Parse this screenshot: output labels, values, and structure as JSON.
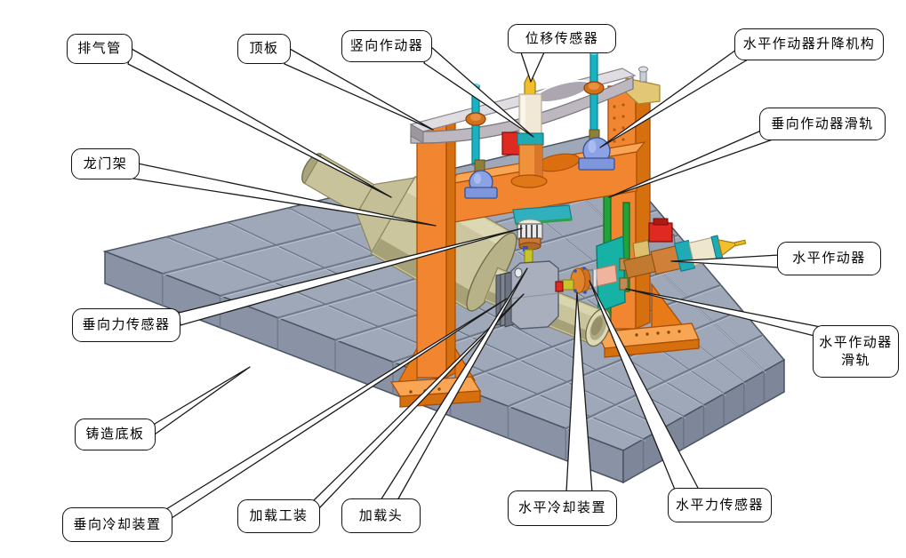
{
  "figure": {
    "description": "Annotated 3D CAD diagram of an exhaust-pipe loading test rig on a cast base plate",
    "callouts": [
      {
        "id": "exhaust-pipe",
        "label": "排气管"
      },
      {
        "id": "top-plate",
        "label": "顶板"
      },
      {
        "id": "vertical-actuator",
        "label": "竖向作动器"
      },
      {
        "id": "displacement-sensor",
        "label": "位移传感器"
      },
      {
        "id": "horizontal-actuator-lift-mechanism",
        "label": "水平作动器升降机构"
      },
      {
        "id": "vertical-actuator-slide-rail",
        "label": "垂向作动器滑轨"
      },
      {
        "id": "gantry-frame",
        "label": "龙门架"
      },
      {
        "id": "horizontal-actuator",
        "label": "水平作动器"
      },
      {
        "id": "vertical-force-sensor",
        "label": "垂向力传感器"
      },
      {
        "id": "horizontal-actuator-slide-rail",
        "label": "水平作动器滑轨"
      },
      {
        "id": "cast-base-plate",
        "label": "铸造底板"
      },
      {
        "id": "vertical-cooling-device",
        "label": "垂向冷却装置"
      },
      {
        "id": "loading-fixture",
        "label": "加载工装"
      },
      {
        "id": "loading-head",
        "label": "加载头"
      },
      {
        "id": "horizontal-cooling-device",
        "label": "水平冷却装置"
      },
      {
        "id": "horizontal-force-sensor",
        "label": "水平力传感器"
      }
    ],
    "colors": {
      "background": "#FFFFFF",
      "callout_border": "#111111",
      "gantry_orange": "#F28530",
      "gantry_orange_dark": "#D6700F",
      "base_plate_top": "#9FA8B8",
      "base_plate_side": "#8A93A6",
      "exhaust_tan": "#CBC69D",
      "teal": "#1FAAB4",
      "rail_green": "#22A33A",
      "slide_plate_teal": "#17B2A6",
      "bearing_blue": "#8CA2E6",
      "red_block": "#DE2A20",
      "sensor_yellow": "#F2BE2C",
      "rod_yellow_green": "#C9C42C",
      "salmon": "#F0B49E",
      "top_plate_gray": "#DFDCE2"
    }
  }
}
